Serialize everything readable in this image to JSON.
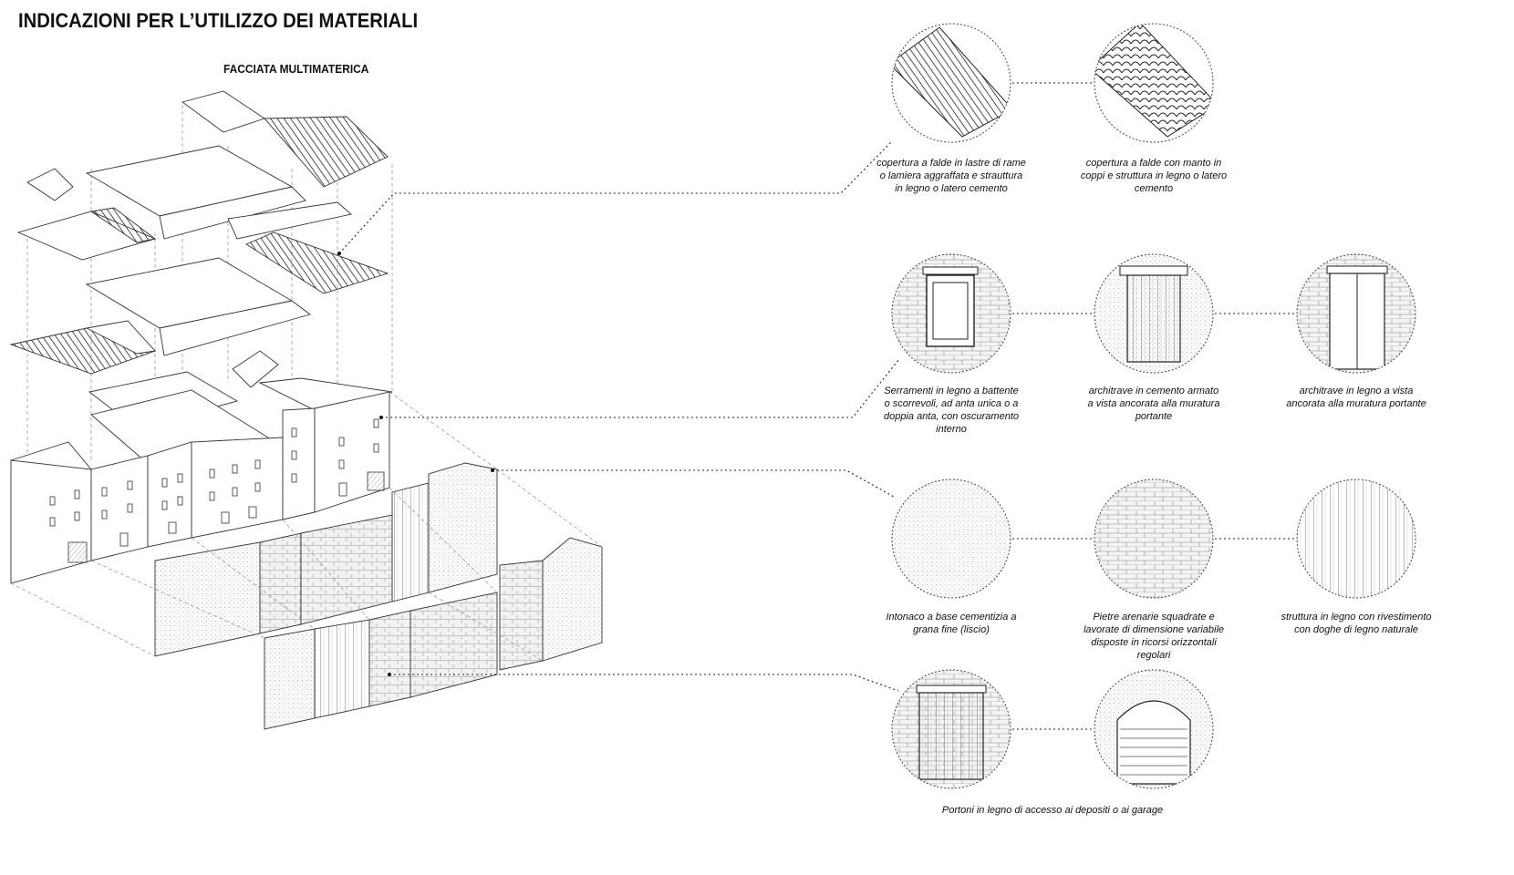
{
  "header": {
    "title": "INDICAZIONI PER L’UTILIZZO DEI MATERIALI",
    "subtitle": "FACCIATA MULTIMATERICA"
  },
  "materials": {
    "roof_copper": {
      "caption": "copertura a falde in lastre di rame\no lamiera aggraffata e strauttura\nin legno o latero cemento",
      "icon": "copper-sheet-roof-icon"
    },
    "roof_tiles": {
      "caption": "copertura a falde con manto in\ncoppi e struttura in legno  o latero\ncemento",
      "icon": "clay-tile-roof-icon"
    },
    "window_wood": {
      "caption": "Serramenti in legno a battente\no scorrevoli, ad anta unica o a\ndoppia anta, con oscuramento\ninterno",
      "icon": "wooden-window-icon"
    },
    "lintel_concrete": {
      "caption": "architrave in cemento armato\na vista ancorata alla muratura\nportante",
      "icon": "concrete-lintel-door-icon"
    },
    "lintel_wood": {
      "caption": "architrave in legno a vista\nancorata alla muratura portante",
      "icon": "wooden-lintel-door-icon"
    },
    "plaster": {
      "caption": "Intonaco a base cementizia a\ngrana fine (liscio)",
      "icon": "fine-plaster-texture-icon"
    },
    "stone": {
      "caption": "Pietre arenarie squadrate e\nlavorate di dimensione variabile\ndisposte in ricorsi orizzontali\nregolari",
      "icon": "sandstone-masonry-icon"
    },
    "wood_cladding": {
      "caption": "struttura in legno con rivestimento\ncon doghe di legno naturale",
      "icon": "wood-plank-cladding-icon"
    },
    "doors": {
      "caption": "Portoni in legno di accesso ai depositi o ai garage",
      "icon": "garage-door-icon"
    }
  }
}
